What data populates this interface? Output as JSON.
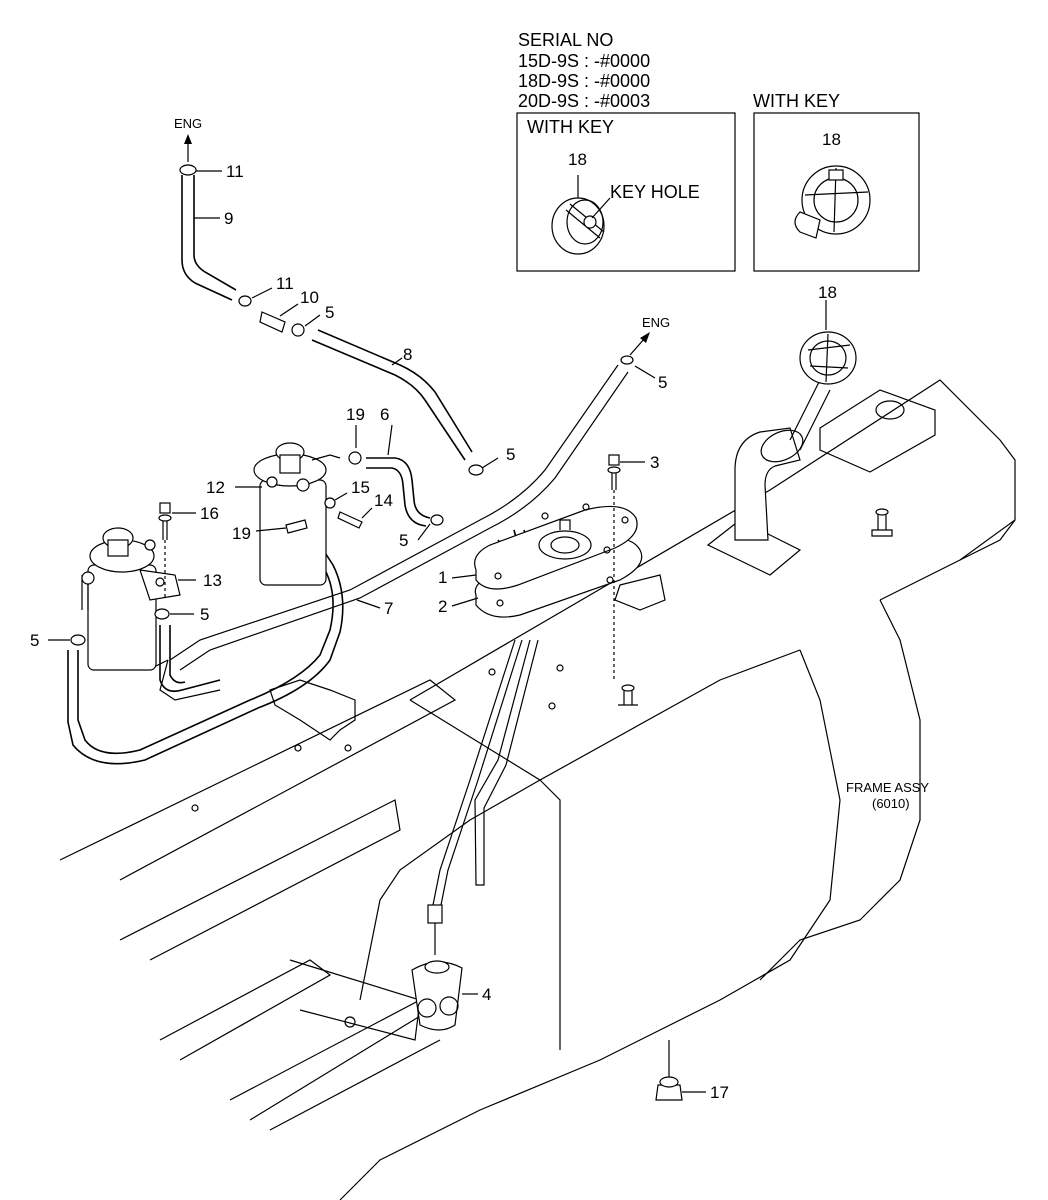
{
  "serial": {
    "title": "SERIAL NO",
    "lines": [
      "15D-9S : -#0000",
      "18D-9S : -#0000",
      "20D-9S : -#0003"
    ]
  },
  "inset_left": {
    "title": "WITH KEY",
    "part": "18",
    "note": "KEY HOLE"
  },
  "inset_right": {
    "title": "WITH KEY",
    "part": "18"
  },
  "eng_label": "ENG",
  "frame_label": [
    "FRAME ASSY",
    "(6010)"
  ],
  "callouts": {
    "c1": "1",
    "c2": "2",
    "c3": "3",
    "c4": "4",
    "c5a": "5",
    "c5b": "5",
    "c5c": "5",
    "c5d": "5",
    "c5e": "5",
    "c5f": "5",
    "c6": "6",
    "c7": "7",
    "c8": "8",
    "c9": "9",
    "c10": "10",
    "c11a": "11",
    "c11b": "11",
    "c12": "12",
    "c13": "13",
    "c14": "14",
    "c15": "15",
    "c16": "16",
    "c17": "17",
    "c18": "18",
    "c19a": "19",
    "c19b": "19"
  }
}
